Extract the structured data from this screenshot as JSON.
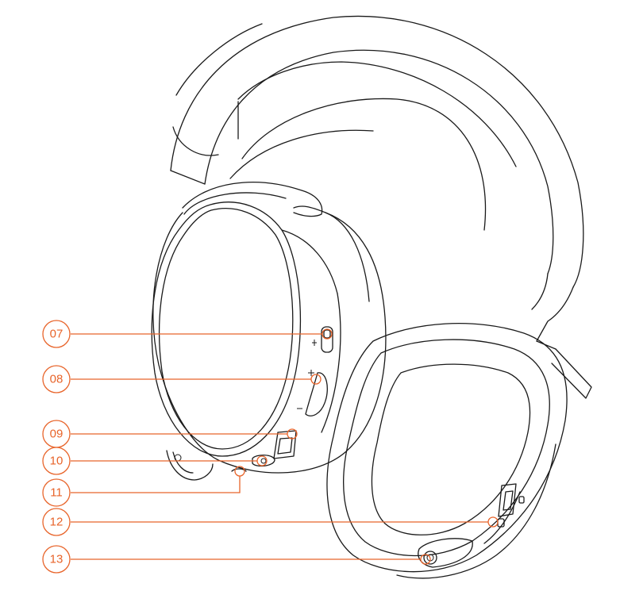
{
  "diagram": {
    "accent_color": "#e8642a",
    "line_color": "#1a1a1a",
    "callouts": [
      {
        "number": "07"
      },
      {
        "number": "08"
      },
      {
        "number": "09"
      },
      {
        "number": "10"
      },
      {
        "number": "11"
      },
      {
        "number": "12"
      },
      {
        "number": "13"
      }
    ]
  }
}
